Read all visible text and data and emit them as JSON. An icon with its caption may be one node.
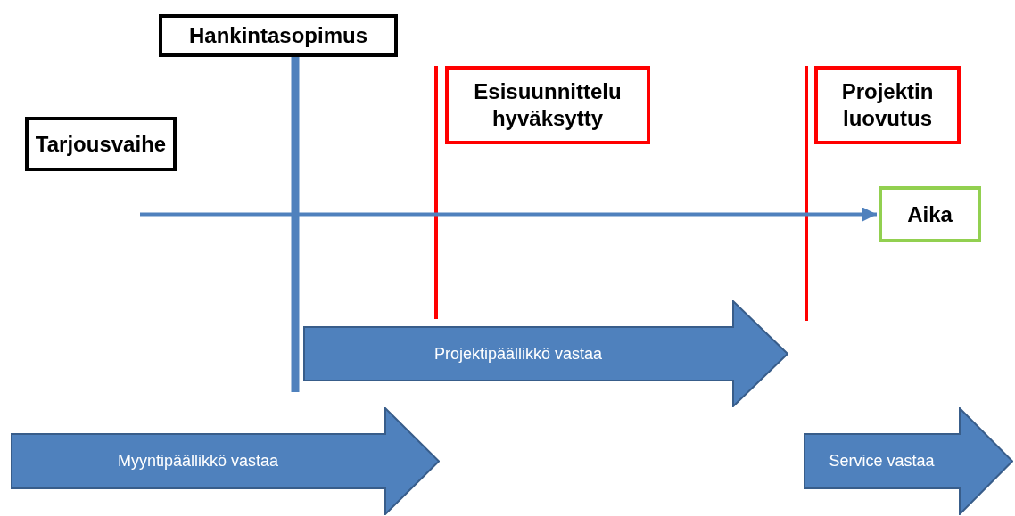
{
  "diagram": {
    "nodes": [
      {
        "text": [
          "Hankintasopimus"
        ]
      },
      {
        "text": [
          "Tarjousvaihe"
        ]
      },
      {
        "text": [
          "Esisuunnittelu hyväksytty"
        ]
      },
      {
        "text": [
          "Projektin luovutus"
        ]
      },
      {
        "text": [
          "Aika"
        ]
      },
      {
        "text": [
          "Projektipäällikkö vastaa"
        ]
      },
      {
        "text": [
          "Myyntipäällikkö vastaa"
        ]
      },
      {
        "text": [
          "Service vastaa"
        ]
      }
    ],
    "edges": [
      {
        "from": null,
        "to": 4,
        "arrow": "to"
      }
    ]
  }
}
